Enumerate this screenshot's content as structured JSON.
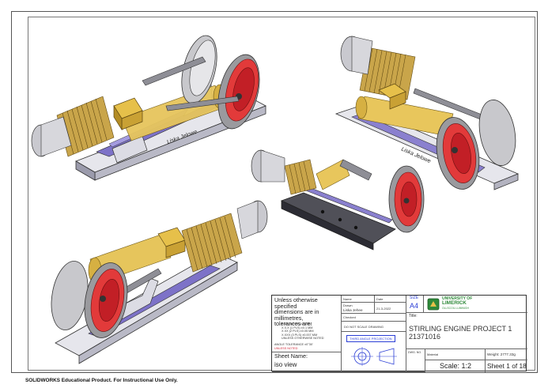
{
  "views": {
    "top_left_label": "Liska Jelowe",
    "top_right_label": "Liska Jelowe"
  },
  "title_block": {
    "tolerance_note_lines": [
      "Unless otherwise specified",
      "dimensions are in",
      "millimetres,",
      "tolerances are:"
    ],
    "tolerance_values": [
      "X.XX  (0 PLS) ±0.5 MM",
      "X.X.X (1 PLS) ±0.1 MM",
      "X.XX (2 PLS) ±0.05 MM",
      "X.XXX (3 PLS) ±0.007 MM",
      "UNLESS OTHERWISE NOTED"
    ],
    "angle_tolerance": "ANGLE TOLERANCE ±0°30'",
    "unless_noted": "UNLESS NOTED",
    "name_header": "Name",
    "date_header": "Date",
    "drawn_label": "Drawn",
    "drawn_name": "Liska Jehee",
    "drawn_date": "21-3-2022",
    "checked_label": "Checked",
    "do_not_scale": "DO NOT SCALE DRAWING",
    "projection": "THIRD ANGLE PROJECTION",
    "size_label": "SIZE",
    "size_value": "A4",
    "university_line1": "UNIVERSITY OF",
    "university_line2": "LIMERICK",
    "university_line3": "OLLSCOIL LUIMNIGH",
    "title_label": "Title:",
    "title_line1": "STIRLING ENGINE PROJECT 1",
    "title_line2": "21371016",
    "sheet_name_label": "Sheet Name:",
    "sheet_name_value": "iso view",
    "dwg_no_label": "DWG. NO.",
    "material_label": "Material",
    "weight": "Weight: 2777.33g",
    "scale": "Scale: 1:2",
    "sheet_of": "Sheet 1 of 18"
  },
  "footer": "SOLIDWORKS Educational Product. For Instructional Use Only."
}
